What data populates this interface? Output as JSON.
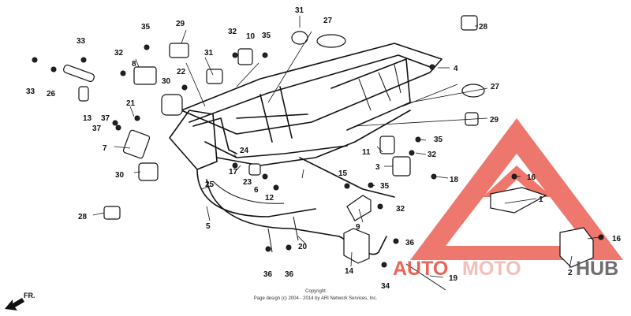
{
  "diagram": {
    "callouts": [
      "1",
      "2",
      "3",
      "4",
      "5",
      "6",
      "7",
      "8",
      "9",
      "10",
      "11",
      "12",
      "13",
      "14",
      "15",
      "16",
      "17",
      "18",
      "19",
      "20",
      "21",
      "22",
      "23",
      "24",
      "25",
      "26",
      "27",
      "28",
      "29",
      "30",
      "31",
      "32",
      "33",
      "34",
      "35",
      "36",
      "37"
    ],
    "direction_label": "FR.",
    "copyright_line1": "Copyright",
    "copyright_line2": "Page design (c) 2004 - 2014 by ARI Network Services, Inc."
  },
  "watermark": {
    "text_a": "AUTO",
    "text_b": "MOTO",
    "text_c": "HUB",
    "color_red": "#e84a3d",
    "color_gray": "#555555",
    "color_light": "#f3b3ac"
  }
}
